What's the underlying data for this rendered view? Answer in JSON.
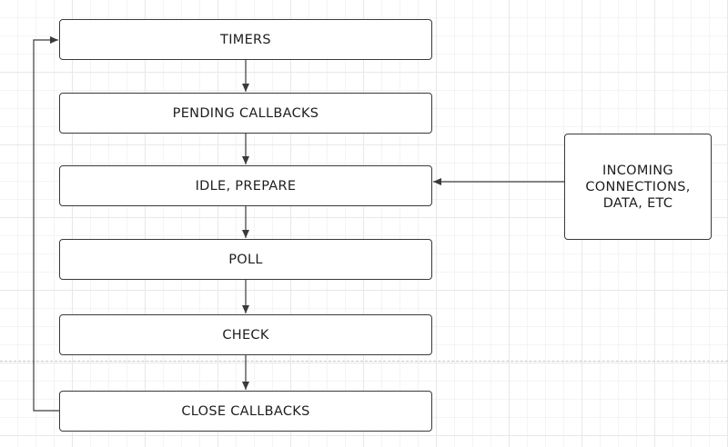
{
  "diagram": {
    "type": "flowchart",
    "title": "",
    "colors": {
      "stroke": "#3a3a3a",
      "text": "#1e1e1e",
      "fill": "#ffffff",
      "grid": "#e8e8e8"
    },
    "nodes": [
      {
        "id": "timers",
        "label": "TIMERS"
      },
      {
        "id": "pending",
        "label": "PENDING CALLBACKS"
      },
      {
        "id": "idle",
        "label": "IDLE, PREPARE"
      },
      {
        "id": "poll",
        "label": "POLL"
      },
      {
        "id": "check",
        "label": "CHECK"
      },
      {
        "id": "close",
        "label": "CLOSE CALLBACKS"
      },
      {
        "id": "incoming",
        "label": "INCOMING\nCONNECTIONS,\nDATA, ETC"
      }
    ],
    "edges": [
      {
        "from": "timers",
        "to": "pending"
      },
      {
        "from": "pending",
        "to": "idle"
      },
      {
        "from": "idle",
        "to": "poll"
      },
      {
        "from": "poll",
        "to": "check"
      },
      {
        "from": "check",
        "to": "close"
      },
      {
        "from": "close",
        "to": "timers"
      },
      {
        "from": "incoming",
        "to": "idle"
      }
    ]
  }
}
